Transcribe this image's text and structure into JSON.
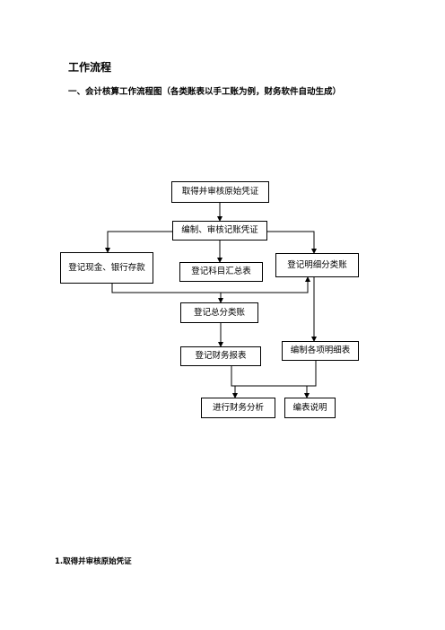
{
  "heading": "工作流程",
  "subheading": "一、会计核算工作流程图（各类账表以手工账为例，财务软件自动生成）",
  "footer_heading": "1.取得并审核原始凭证",
  "nodes": {
    "obtain": "取得并审核原始凭证",
    "prepare": "编制、审核记账凭证",
    "cash": "登记现金、银行存款",
    "summary": "登记科目汇总表",
    "detail": "登记明细分类账",
    "general": "登记总分类账",
    "items": "编制各项明细表",
    "report": "登记财务报表",
    "analysis": "进行财务分析",
    "notes": "编表说明"
  }
}
